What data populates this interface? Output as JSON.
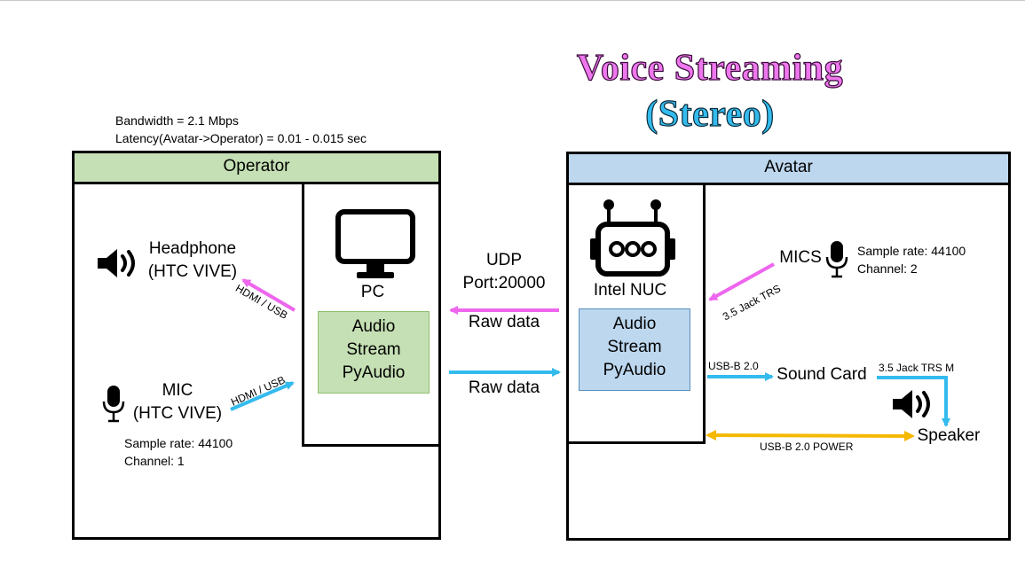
{
  "title": {
    "line1": "Voice Streaming",
    "line2": "(Stereo)"
  },
  "stats": {
    "bandwidth": "Bandwidth = 2.1 Mbps",
    "latency": "Latency(Avatar->Operator) = 0.01 - 0.015 sec"
  },
  "operator": {
    "header": "Operator",
    "pc_label": "PC",
    "stack": [
      "Audio",
      "Stream",
      "PyAudio"
    ],
    "headphone": {
      "name": "Headphone",
      "model": "(HTC VIVE)",
      "link": "HDMI / USB"
    },
    "mic": {
      "name": "MIC",
      "model": "(HTC VIVE)",
      "link": "HDMI / USB",
      "sample_rate": "Sample rate: 44100",
      "channel": "Channel: 1"
    }
  },
  "network": {
    "protocol": "UDP",
    "port": "Port:20000",
    "to_operator": "Raw data",
    "to_avatar": "Raw data"
  },
  "avatar": {
    "header": "Avatar",
    "nuc_label": "Intel NUC",
    "stack": [
      "Audio",
      "Stream",
      "PyAudio"
    ],
    "mics": {
      "name": "MICS",
      "link": "3.5 Jack TRS",
      "sample_rate": "Sample rate: 44100",
      "channel": "Channel: 2"
    },
    "sound_card": {
      "name": "Sound Card",
      "link_in": "USB-B 2.0",
      "link_out": "3.5 Jack TRS M"
    },
    "speaker": {
      "name": "Speaker",
      "power": "USB-B 2.0 POWER"
    }
  },
  "colors": {
    "operator_header": "#c5e0b4",
    "avatar_header": "#bdd7ee",
    "operator_stack": "#c5e0b4",
    "avatar_stack": "#bdd7ee",
    "magenta_arrow": "#ee66ee",
    "cyan_arrow": "#33bbee",
    "power_arrow": "#f5b800"
  }
}
